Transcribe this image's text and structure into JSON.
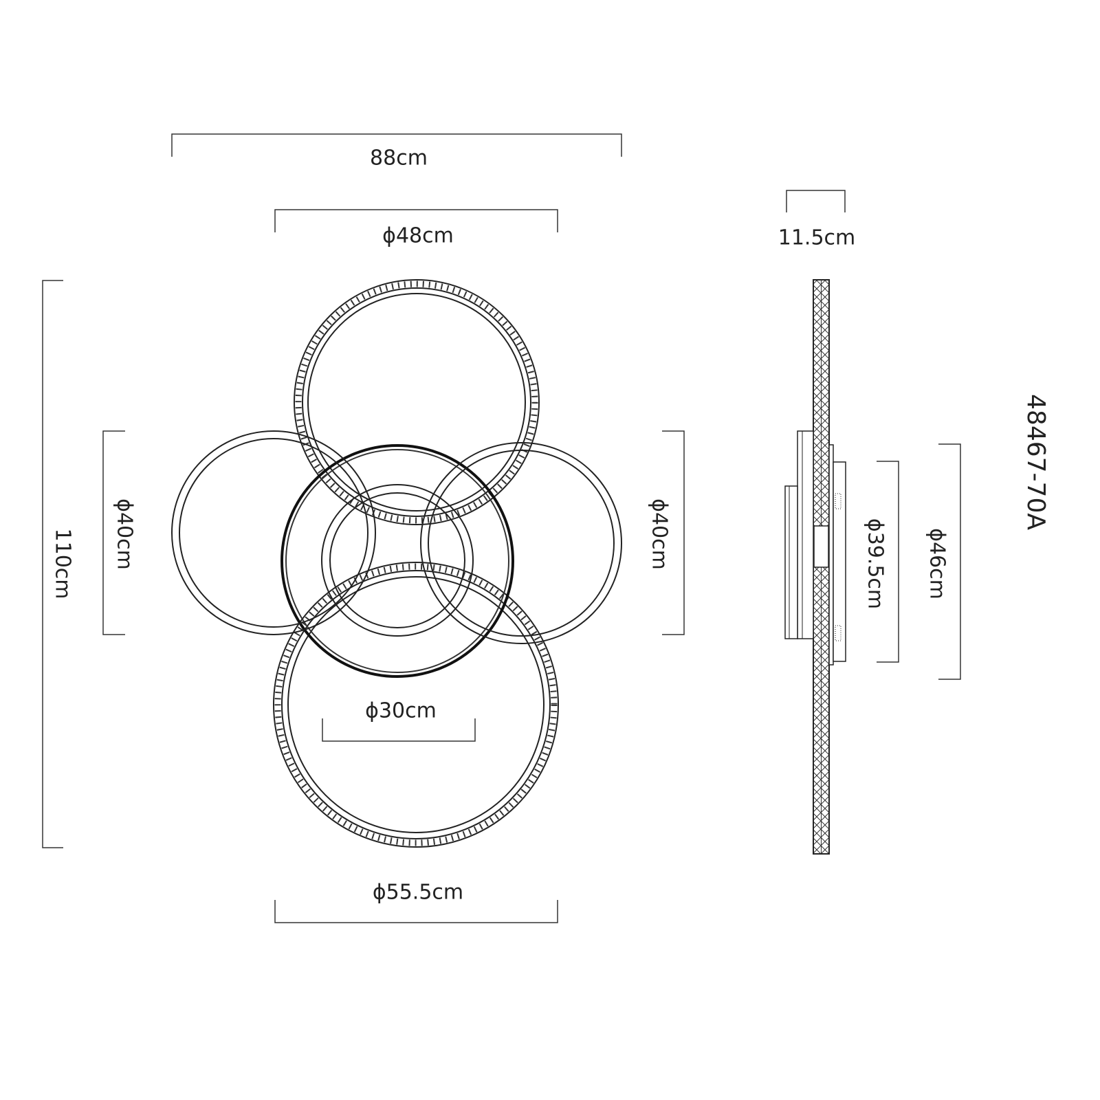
{
  "model_number": "48467-70A",
  "dimensions": {
    "overall_width": "88cm",
    "top_ring_diameter": "ϕ48cm",
    "overall_height": "110cm",
    "left_ring_diameter": "ϕ40cm",
    "right_ring_diameter": "ϕ40cm",
    "center_ring_diameter": "ϕ30cm",
    "bottom_ring_diameter": "ϕ55.5cm",
    "depth": "11.5cm",
    "canopy_inner_diameter": "ϕ39.5cm",
    "canopy_outer_diameter": "ϕ46cm"
  }
}
